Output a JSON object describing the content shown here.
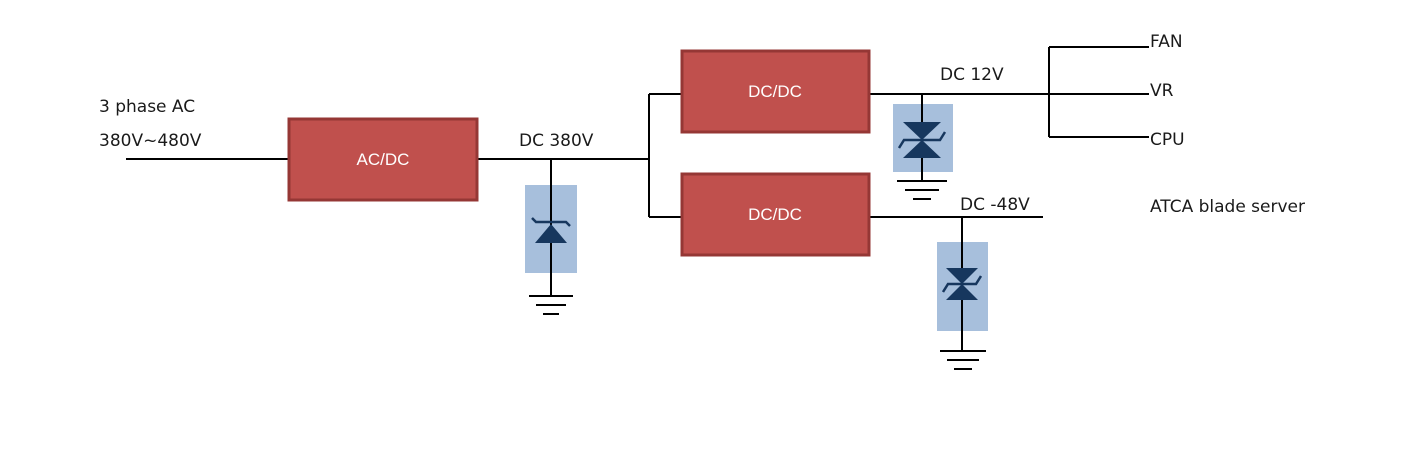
{
  "colors": {
    "converter_fill": "#c0504d",
    "converter_border": "#953735",
    "tvs_background": "#a7bfdc",
    "tvs_symbol": "#17375e",
    "wire": "#000000"
  },
  "input": {
    "line1": "3 phase AC",
    "line2": "380V~480V"
  },
  "blocks": {
    "acdc": "AC/DC",
    "dcdc_top": "DC/DC",
    "dcdc_bottom": "DC/DC"
  },
  "buses": {
    "dc380": "DC 380V",
    "dc12": "DC 12V",
    "dcneg48": "DC -48V"
  },
  "loads": {
    "fan": "FAN",
    "vr": "VR",
    "cpu": "CPU"
  },
  "system_label": "ATCA blade server",
  "icons": {
    "tvs": "tvs-diode-icon",
    "ground": "ground-icon"
  }
}
